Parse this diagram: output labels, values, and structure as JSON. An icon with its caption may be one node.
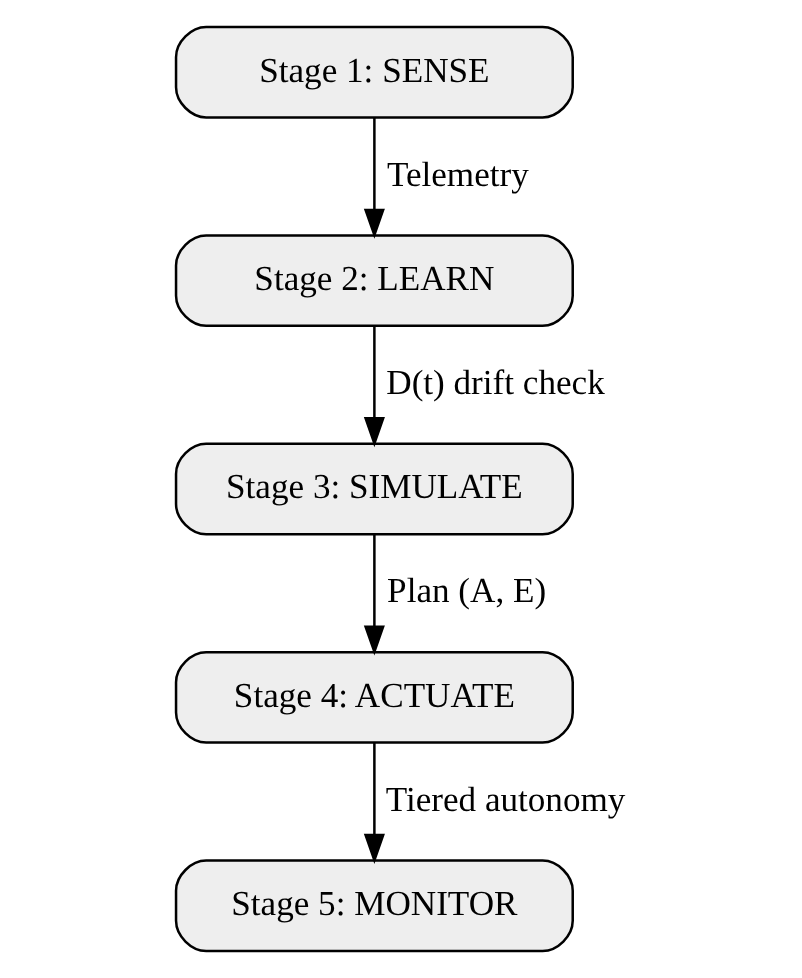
{
  "diagram": {
    "nodes": [
      {
        "text": [
          "Stage 1: SENSE"
        ]
      },
      {
        "text": [
          "Stage 2: LEARN"
        ]
      },
      {
        "text": [
          "Stage 3: SIMULATE"
        ]
      },
      {
        "text": [
          "Stage 4: ACTUATE"
        ]
      },
      {
        "text": [
          "Stage 5: MONITOR"
        ]
      }
    ],
    "edges": [
      {
        "from": 0,
        "to": 1,
        "arrow": "to",
        "label": "Telemetry"
      },
      {
        "from": 1,
        "to": 2,
        "arrow": "to",
        "label": "D(t) drift check"
      },
      {
        "from": 2,
        "to": 3,
        "arrow": "to",
        "label": "Plan (A, E)"
      },
      {
        "from": 3,
        "to": 4,
        "arrow": "to",
        "label": "Tiered autonomy"
      }
    ]
  }
}
